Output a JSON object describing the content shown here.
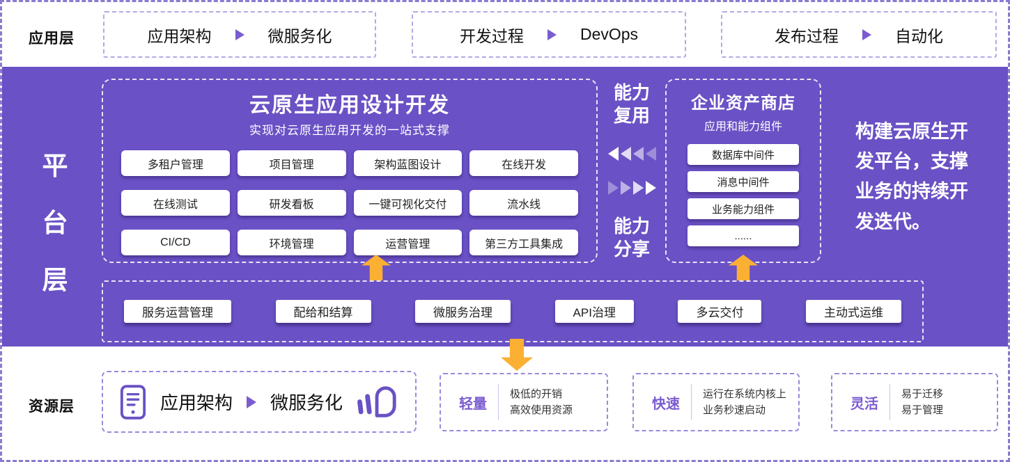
{
  "app_layer": {
    "label": "应用层",
    "boxes": [
      {
        "left": "应用架构",
        "right": "微服务化"
      },
      {
        "left": "开发过程",
        "right": "DevOps"
      },
      {
        "left": "发布过程",
        "right": "自动化"
      }
    ]
  },
  "platform_layer": {
    "label": "平台层",
    "label_chars": [
      "平",
      "台",
      "层"
    ],
    "dev_box": {
      "title": "云原生应用设计开发",
      "subtitle": "实现对云原生应用开发的一站式支撑",
      "buttons": [
        "多租户管理",
        "项目管理",
        "架构蓝图设计",
        "在线开发",
        "在线测试",
        "研发看板",
        "一键可视化交付",
        "流水线",
        "CI/CD",
        "环境管理",
        "运营管理",
        "第三方工具集成"
      ]
    },
    "capability": {
      "reuse_line1": "能力",
      "reuse_line2": "复用",
      "share_line1": "能力",
      "share_line2": "分享"
    },
    "asset_box": {
      "title": "企业资产商店",
      "subtitle": "应用和能力组件",
      "buttons": [
        "数据库中间件",
        "消息中间件",
        "业务能力组件",
        "......"
      ]
    },
    "slogan": "构建云原生开发平台，支撑业务的持续开发迭代。",
    "service_bar": [
      "服务运营管理",
      "配给和结算",
      "微服务治理",
      "API治理",
      "多云交付",
      "主动式运维"
    ]
  },
  "resource_layer": {
    "label": "资源层",
    "arch_box": {
      "left": "应用架构",
      "right": "微服务化"
    },
    "features": [
      {
        "title": "轻量",
        "line1": "极低的开销",
        "line2": "高效使用资源"
      },
      {
        "title": "快速",
        "line1": "运行在系统内核上",
        "line2": "业务秒速启动"
      },
      {
        "title": "灵活",
        "line1": "易于迁移",
        "line2": "易于管理"
      }
    ]
  },
  "colors": {
    "platform_purple": "#6A51C5",
    "accent_purple": "#7A5CD0",
    "arrow_yellow": "#FBB034",
    "dashed_border": "#9A88DC"
  }
}
